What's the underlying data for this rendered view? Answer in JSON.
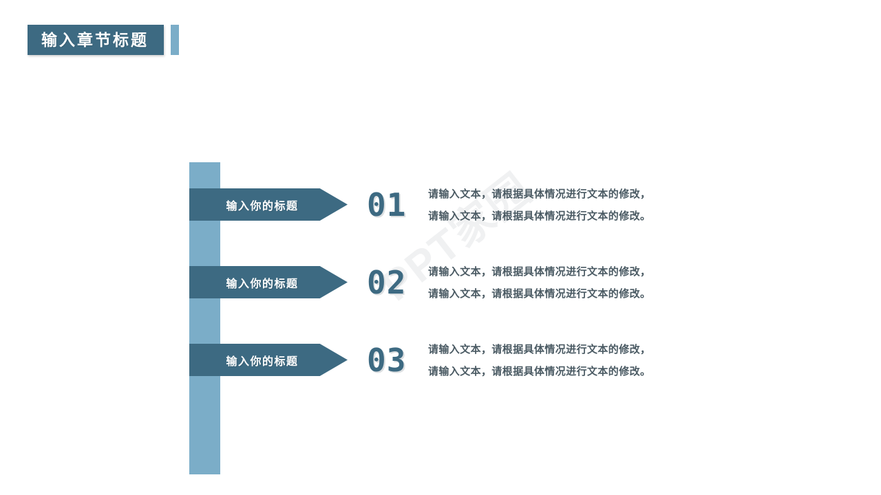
{
  "header": {
    "title": "输入章节标题",
    "plate_color": "#3d6a82",
    "accent_color": "#7badc8"
  },
  "watermark": {
    "text": "PPT家园"
  },
  "spine": {
    "color": "#7badc8"
  },
  "rows": [
    {
      "arrow_label": "输入你的标题",
      "number": "01",
      "lines": [
        "请输入文本，请根据具体情况进行文本的修改，",
        "请输入文本，请根据具体情况进行文本的修改。"
      ]
    },
    {
      "arrow_label": "输入你的标题",
      "number": "02",
      "lines": [
        "请输入文本，请根据具体情况进行文本的修改，",
        "请输入文本，请根据具体情况进行文本的修改。"
      ]
    },
    {
      "arrow_label": "输入你的标题",
      "number": "03",
      "lines": [
        "请输入文本，请根据具体情况进行文本的修改，",
        "请输入文本，请根据具体情况进行文本的修改。"
      ]
    }
  ],
  "colors": {
    "dark_blue": "#3d6a82",
    "light_blue": "#7badc8",
    "body_text": "#4a5a63",
    "number_shadow": "#dcdfe1",
    "background": "#ffffff"
  }
}
